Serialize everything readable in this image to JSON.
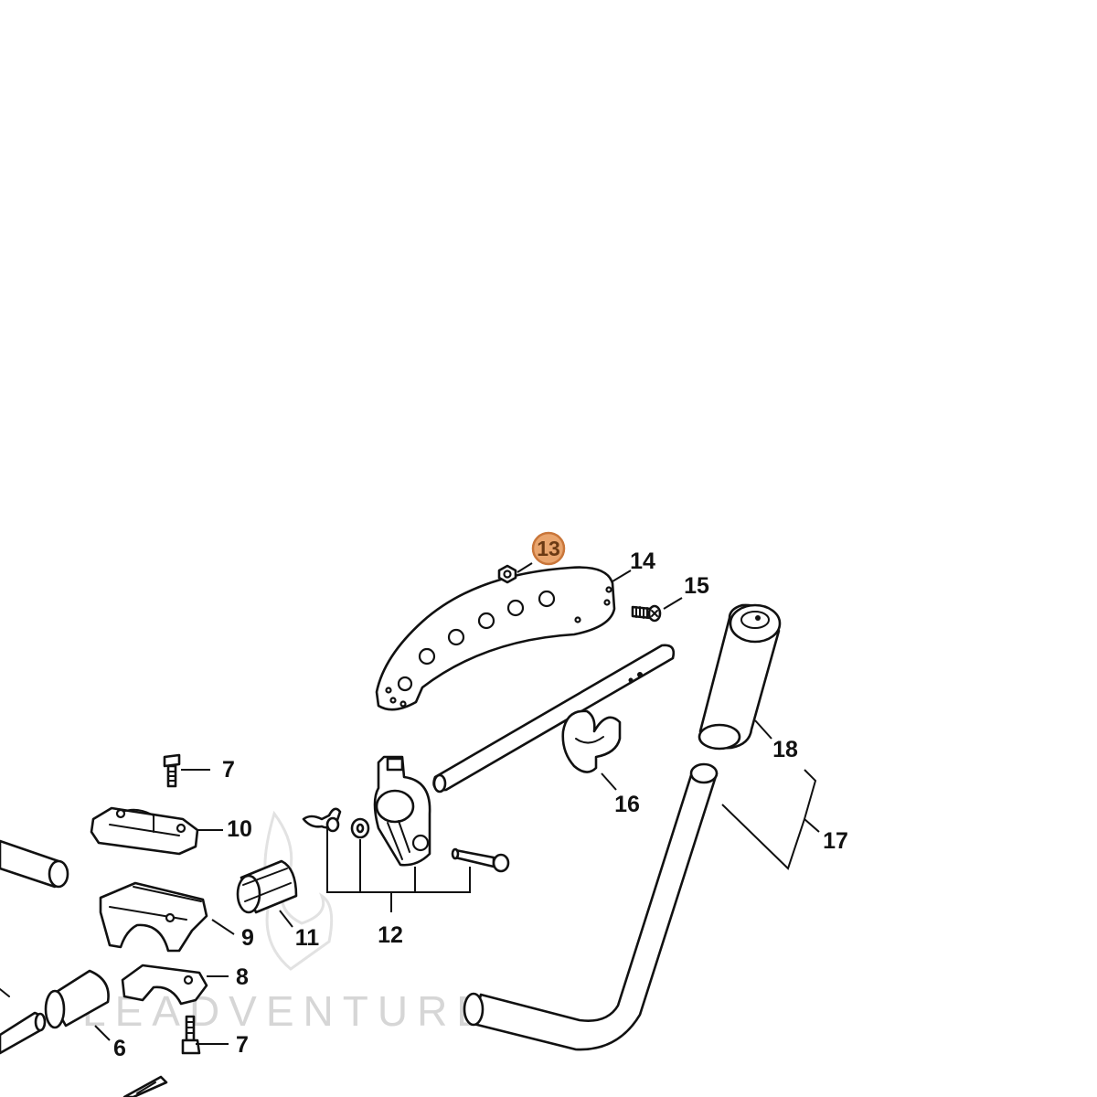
{
  "diagram": {
    "highlight_color": "#e9a56e",
    "highlight_stroke": "#c9763a",
    "selected_callout": "13",
    "callouts": [
      "6",
      "7",
      "7",
      "8",
      "9",
      "10",
      "11",
      "12",
      "13",
      "14",
      "15",
      "16",
      "17",
      "18"
    ],
    "watermark": "LEADVENTURE"
  }
}
